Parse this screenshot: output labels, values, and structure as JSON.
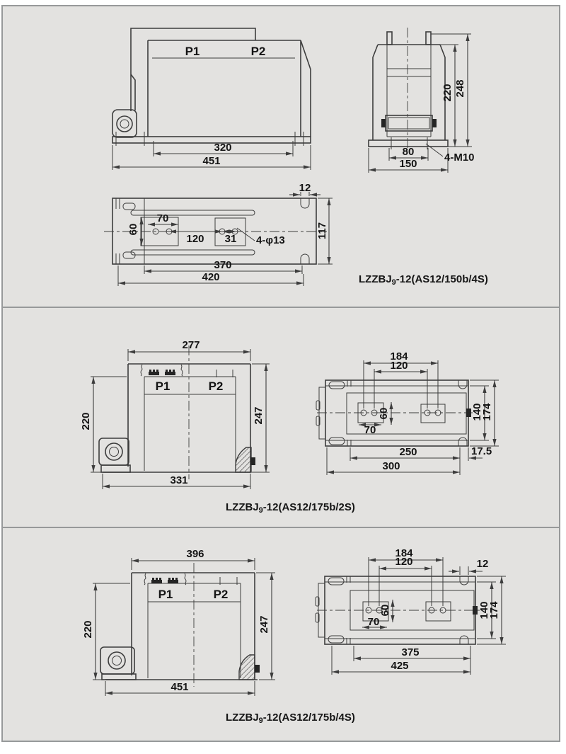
{
  "colors": {
    "background": "#e3e2e0",
    "frame_border": "#97999a",
    "line": "#3d3d3d",
    "text": "#141414"
  },
  "panels": [
    {
      "model": {
        "prefix": "LZZBJ",
        "sub": "9",
        "suffix": "-12(AS12/150b/4S)"
      },
      "front": {
        "p1": "P1",
        "p2": "P2",
        "dim_window": "320",
        "dim_overall": "451"
      },
      "side": {
        "dim_body_height": "220",
        "dim_total_height": "248",
        "dim_slot": "80",
        "dim_base": "150",
        "bolt_note": "4-M10"
      },
      "plan": {
        "dim_step": "12",
        "dim_depth": "117",
        "dim_hole_height": "60",
        "dim_hole_pitch": "70",
        "dim_hole_span": "120",
        "dim_hole_inset": "31",
        "hole_note": "4-φ13",
        "dim_slot_span": "370",
        "dim_overall": "420"
      }
    },
    {
      "model": {
        "prefix": "LZZBJ",
        "sub": "9",
        "suffix": "-12(AS12/175b/2S)"
      },
      "front": {
        "p1": "P1",
        "p2": "P2",
        "dim_top": "277",
        "dim_left": "220",
        "dim_right": "247",
        "dim_base": "331"
      },
      "plan": {
        "dim_hole_outer": "184",
        "dim_hole_inner": "120",
        "dim_hole_height": "60",
        "dim_hole_pitch": "70",
        "dim_width_inner": "140",
        "dim_width_overall": "174",
        "dim_slot_span": "250",
        "dim_base": "300",
        "dim_edge": "17.5"
      }
    },
    {
      "model": {
        "prefix": "LZZBJ",
        "sub": "9",
        "suffix": "-12(AS12/175b/4S)"
      },
      "front": {
        "p1": "P1",
        "p2": "P2",
        "dim_top": "396",
        "dim_left": "220",
        "dim_right": "247",
        "dim_base": "451"
      },
      "plan": {
        "dim_hole_outer": "184",
        "dim_hole_inner": "120",
        "dim_step": "12",
        "dim_hole_height": "60",
        "dim_hole_pitch": "70",
        "dim_width_inner": "140",
        "dim_width_overall": "174",
        "dim_slot_span": "375",
        "dim_overall": "425"
      }
    }
  ]
}
